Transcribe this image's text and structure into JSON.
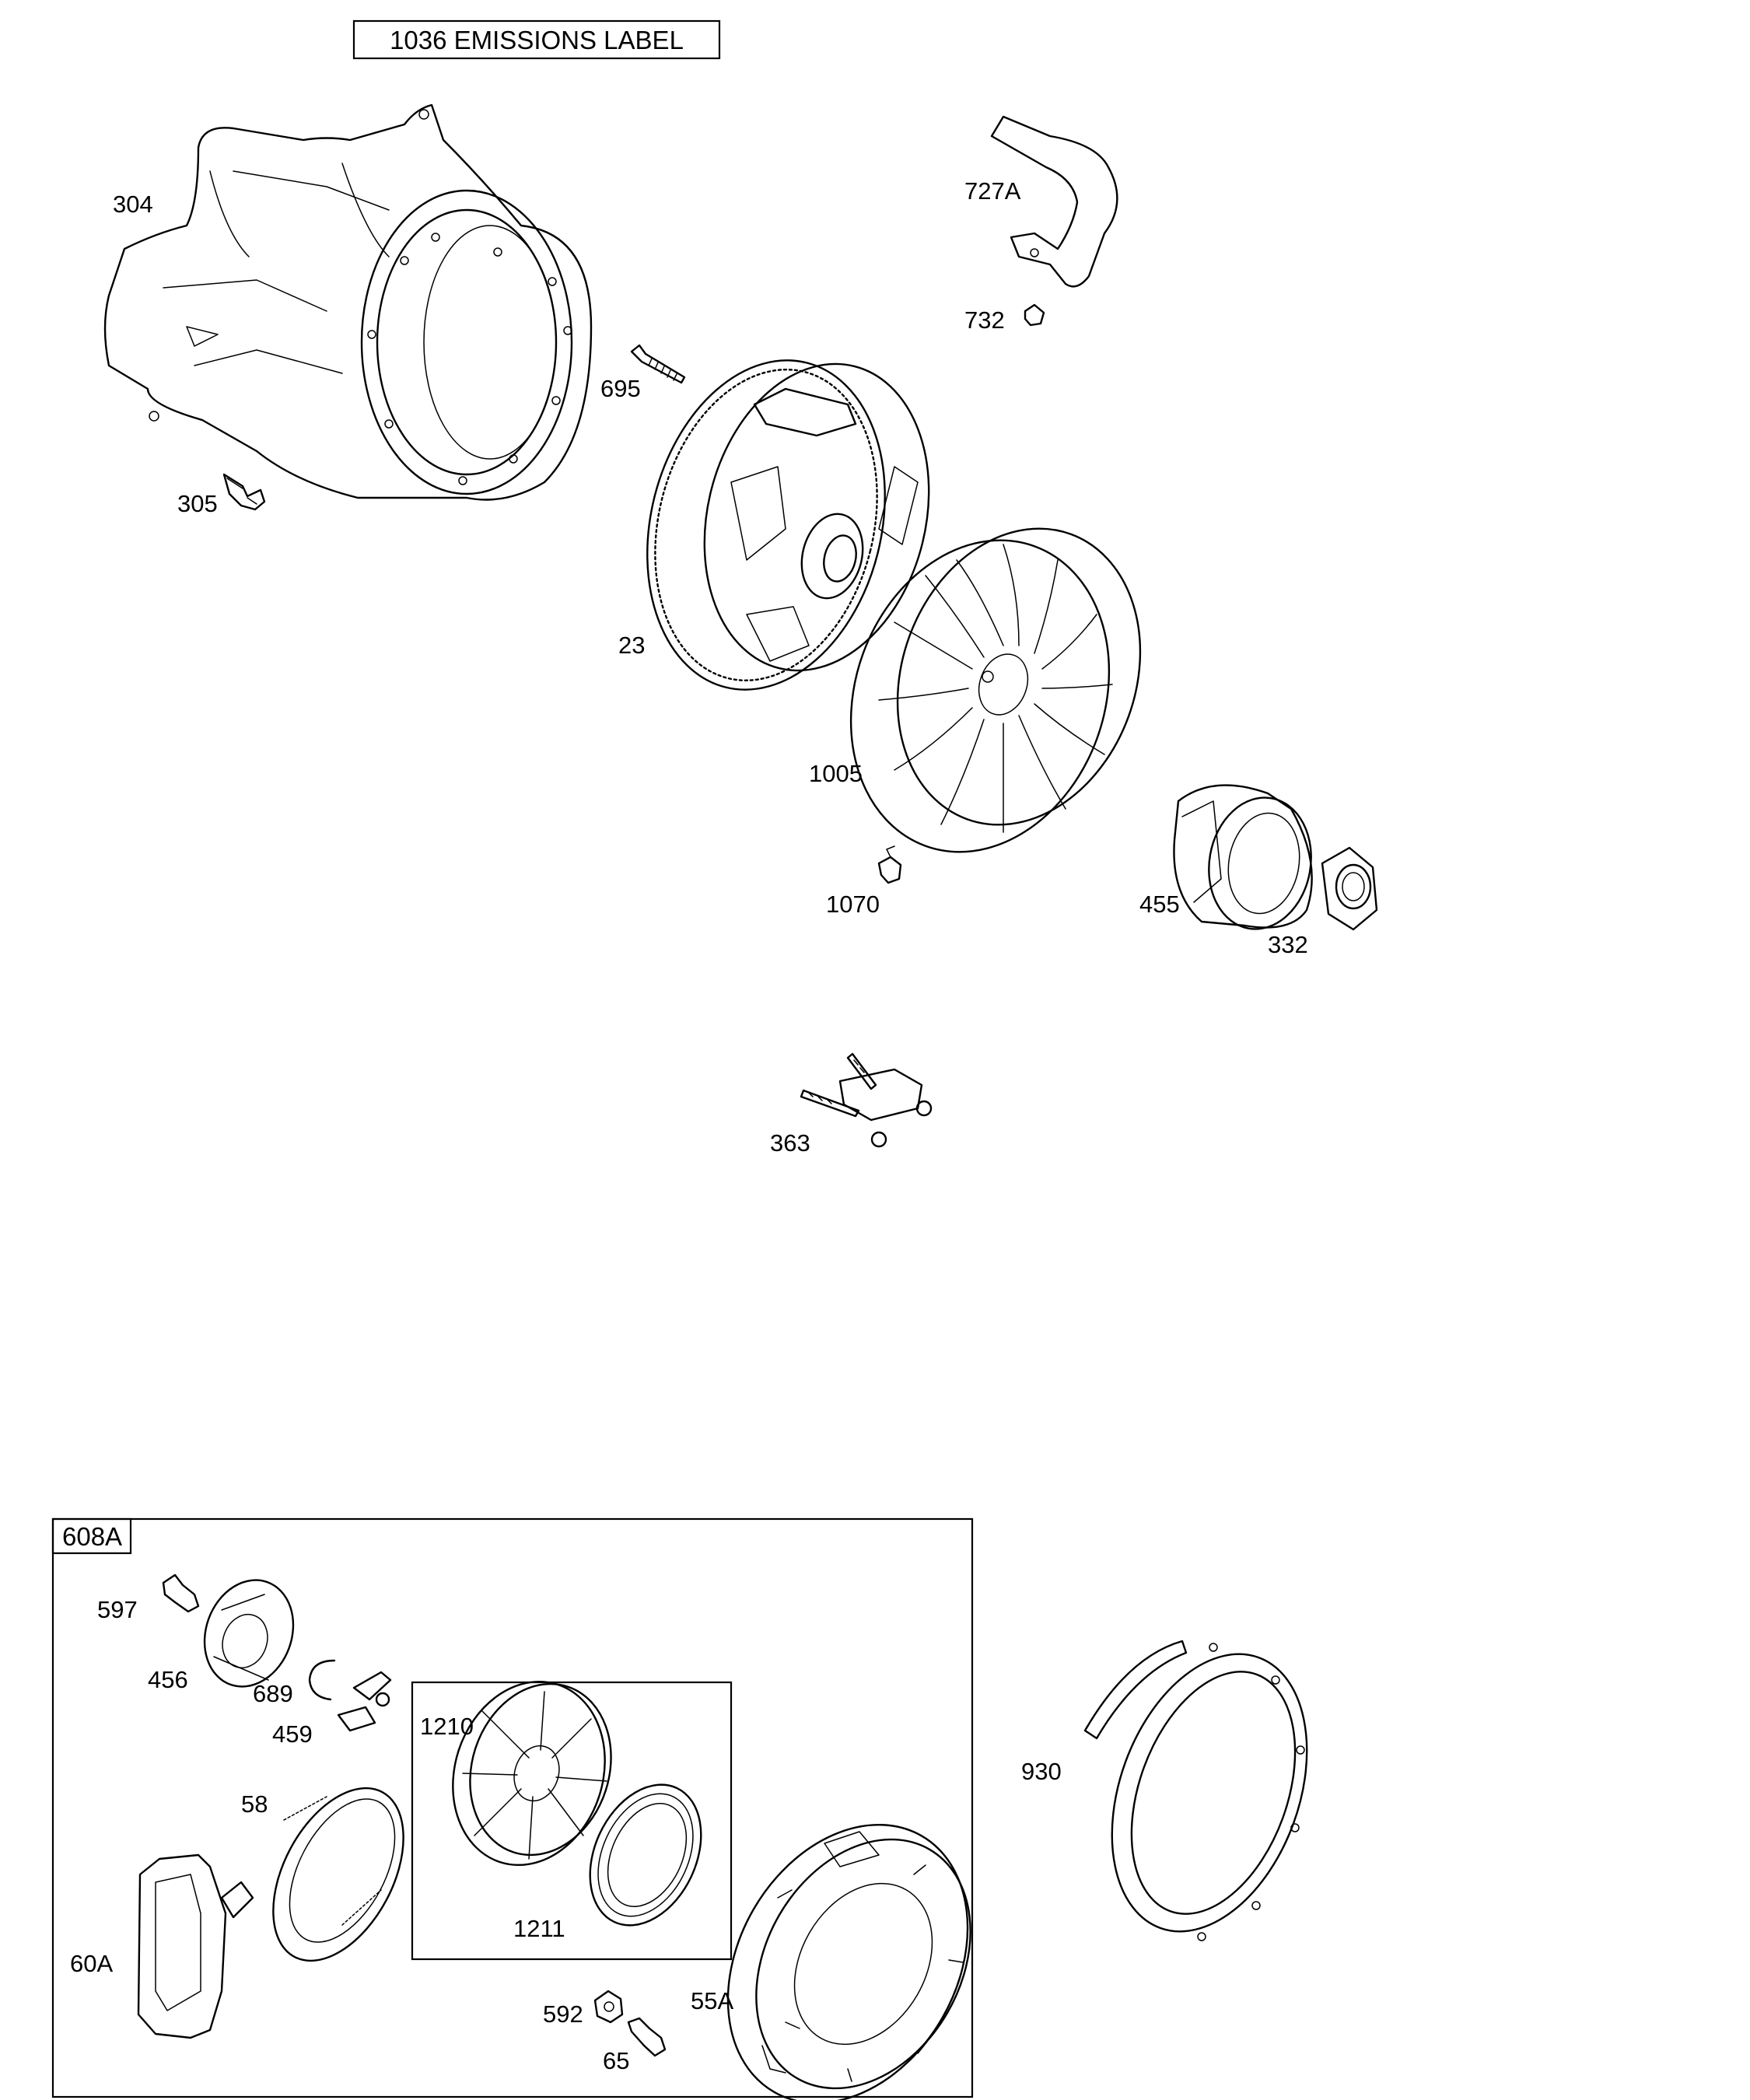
{
  "emissions_label": "1036 EMISSIONS LABEL",
  "kit_box_label": "608A",
  "parts": {
    "p304": "304",
    "p305": "305",
    "p695": "695",
    "p727a": "727A",
    "p732": "732",
    "p23": "23",
    "p1005": "1005",
    "p1070": "1070",
    "p455": "455",
    "p332": "332",
    "p363": "363",
    "p597": "597",
    "p456": "456",
    "p689": "689",
    "p459": "459",
    "p1210": "1210",
    "p1211": "1211",
    "p58": "58",
    "p60a": "60A",
    "p592": "592",
    "p65": "65",
    "p55a": "55A",
    "p930": "930"
  }
}
